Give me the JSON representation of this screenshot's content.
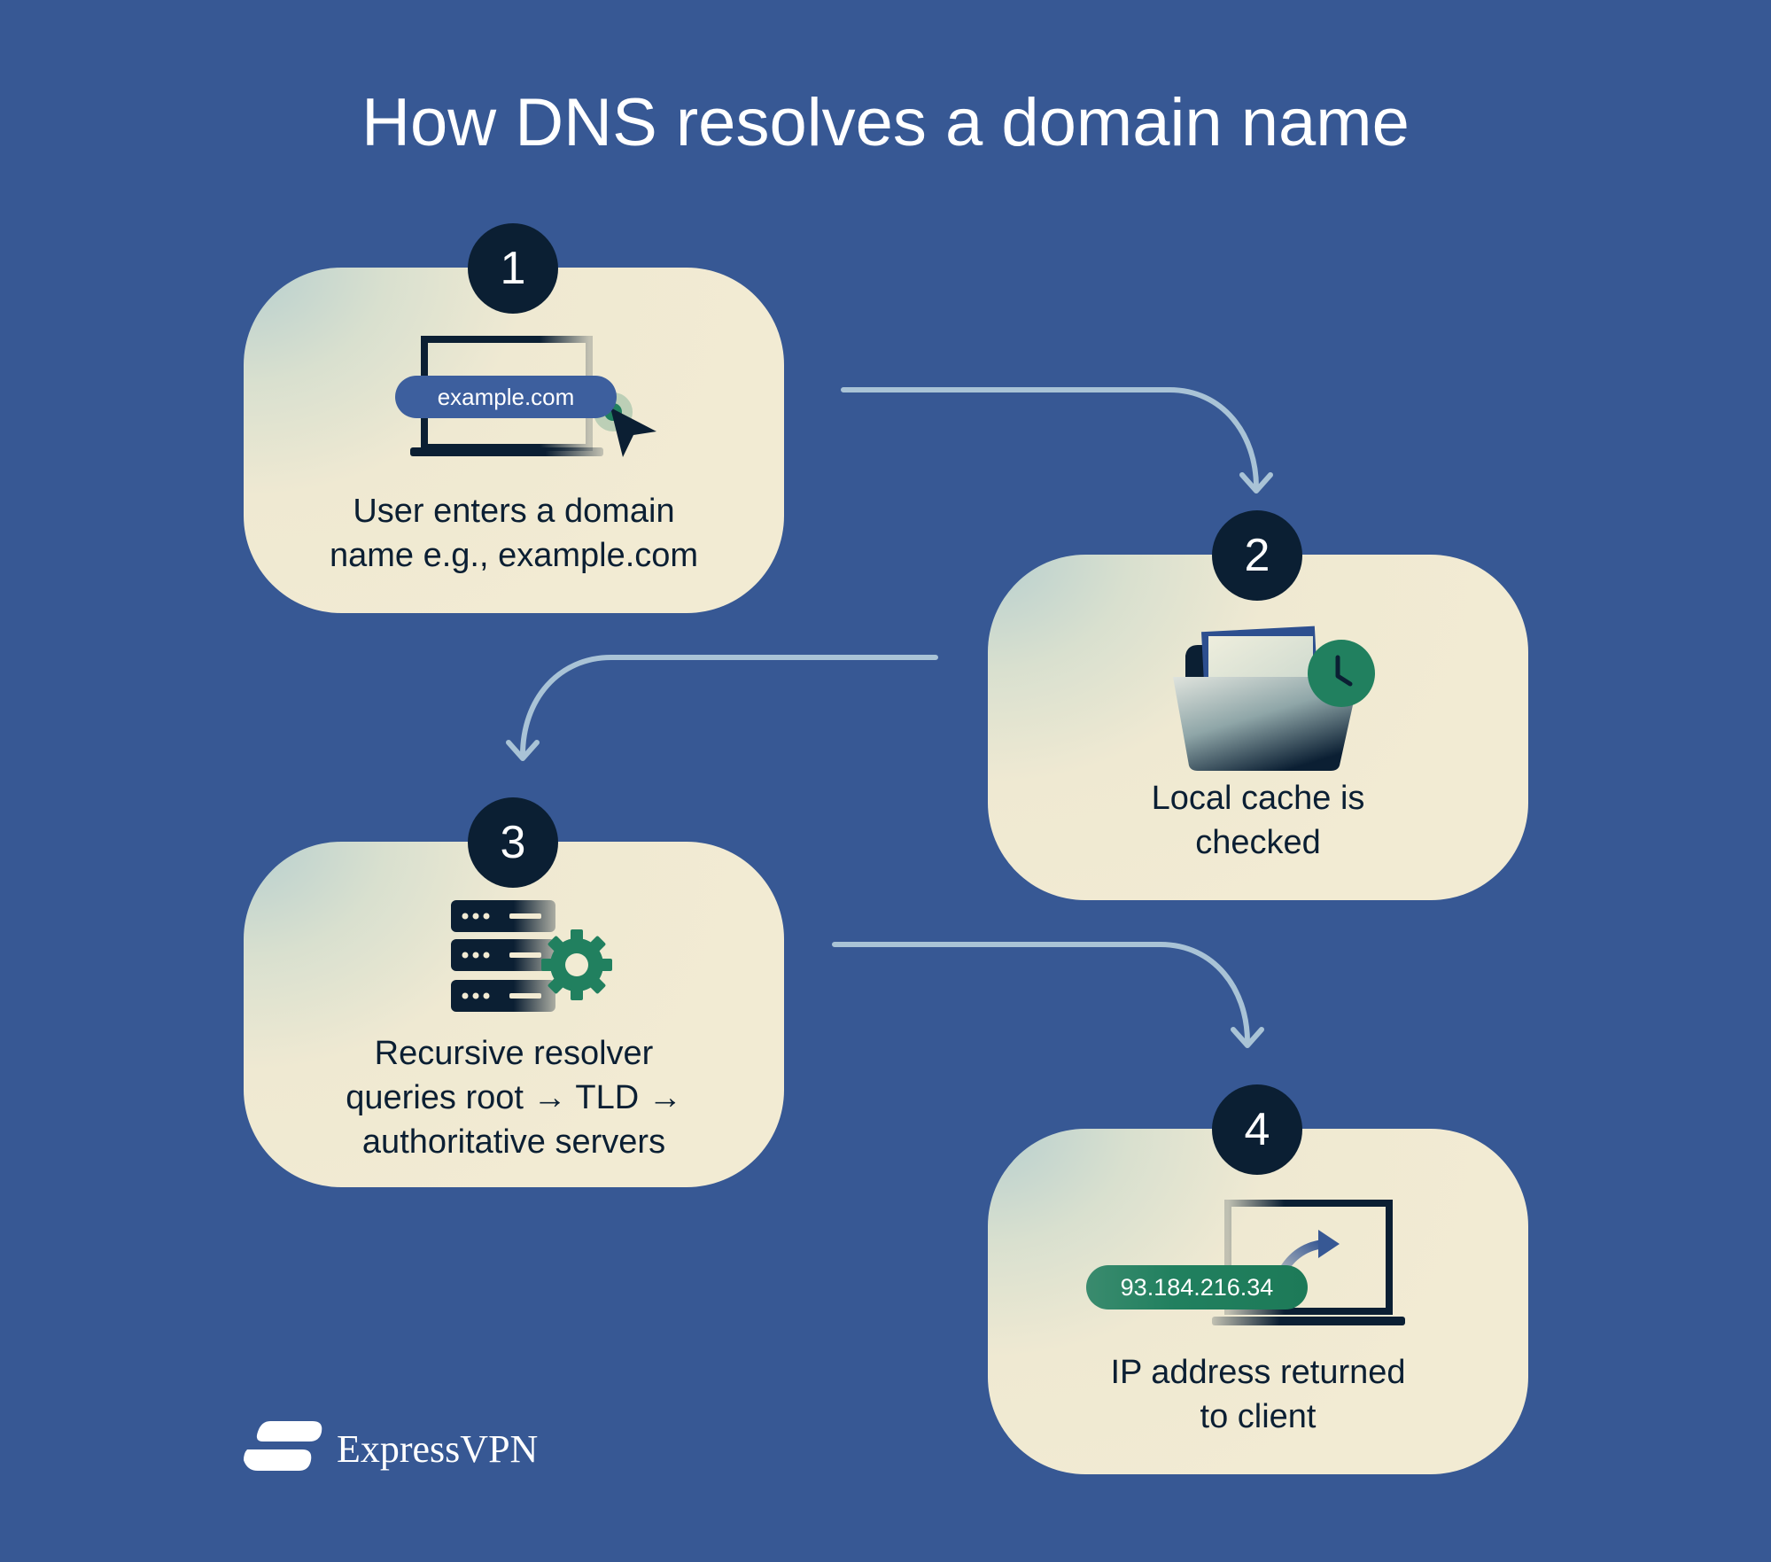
{
  "title": "How DNS resolves a domain name",
  "steps": [
    {
      "number": "1",
      "caption_line1": "User enters a domain",
      "caption_line2": "name e.g., example.com",
      "pill": "example.com",
      "icon": "laptop-icon"
    },
    {
      "number": "2",
      "caption_line1": "Local cache is",
      "caption_line2": "checked",
      "icon": "folder-clock-icon"
    },
    {
      "number": "3",
      "caption_line1": "Recursive resolver",
      "caption_line2": "queries root → TLD →",
      "caption_line3": "authoritative servers",
      "icon": "server-gear-icon"
    },
    {
      "number": "4",
      "caption_line1": "IP address returned",
      "caption_line2": "to client",
      "pill": "93.184.216.34",
      "icon": "laptop-icon"
    }
  ],
  "brand": "ExpressVPN",
  "colors": {
    "background": "#375894",
    "card": "#f2ebd3",
    "badge": "#0b1f33",
    "accent_green": "#21805f",
    "arrow": "#a9c3d6"
  }
}
